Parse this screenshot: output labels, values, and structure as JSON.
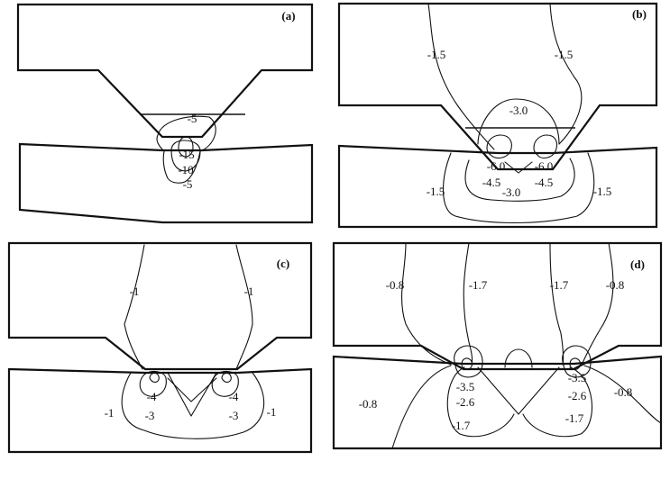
{
  "panels": [
    {
      "id": "a",
      "label": "(a)",
      "contours": [
        "-5",
        "-15",
        "-10",
        "-5"
      ]
    },
    {
      "id": "b",
      "label": "(b)",
      "contours": [
        "-1.5",
        "-1.5",
        "-3.0",
        "-6.0",
        "-6.0",
        "-4.5",
        "-4.5",
        "-1.5",
        "-3.0",
        "-1.5"
      ]
    },
    {
      "id": "c",
      "label": "(c)",
      "contours": [
        "-1",
        "-1",
        "-4",
        "-4",
        "-3",
        "-3",
        "-1",
        "-1"
      ]
    },
    {
      "id": "d",
      "label": "(d)",
      "contours": [
        "-0.8",
        "-1.7",
        "-1.7",
        "-0.8",
        "-3.5",
        "-3.5",
        "-2.6",
        "-2.6",
        "-0.8",
        "-0.8",
        "-1.7",
        "-1.7"
      ]
    }
  ]
}
